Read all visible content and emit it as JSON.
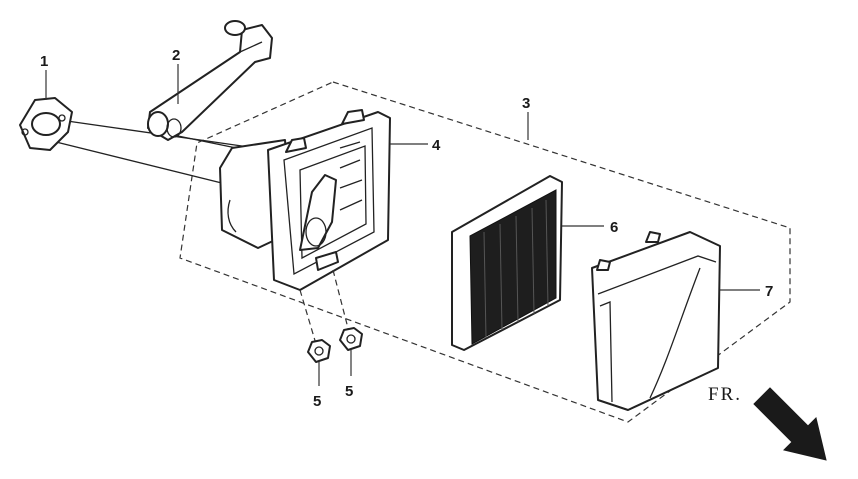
{
  "callouts": {
    "c1": "1",
    "c2": "2",
    "c3": "3",
    "c4": "4",
    "c5a": "5",
    "c5b": "5",
    "c6": "6",
    "c7": "7"
  },
  "direction_label": "FR."
}
